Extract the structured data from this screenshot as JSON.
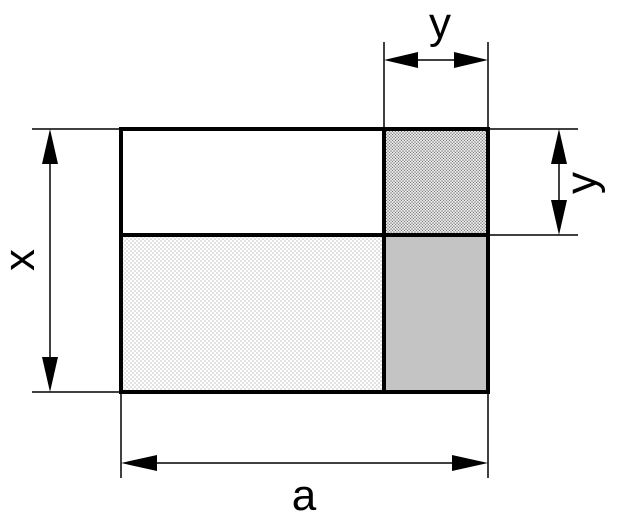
{
  "labels": {
    "top_width": "y",
    "right_height": "y",
    "left_height": "x",
    "bottom_width": "a"
  },
  "colors": {
    "stroke": "#000000",
    "background": "#ffffff",
    "solid_grey": "#c4c4c4",
    "light_stipple": "#bcbcbc",
    "dense_stipple": "#777777"
  }
}
